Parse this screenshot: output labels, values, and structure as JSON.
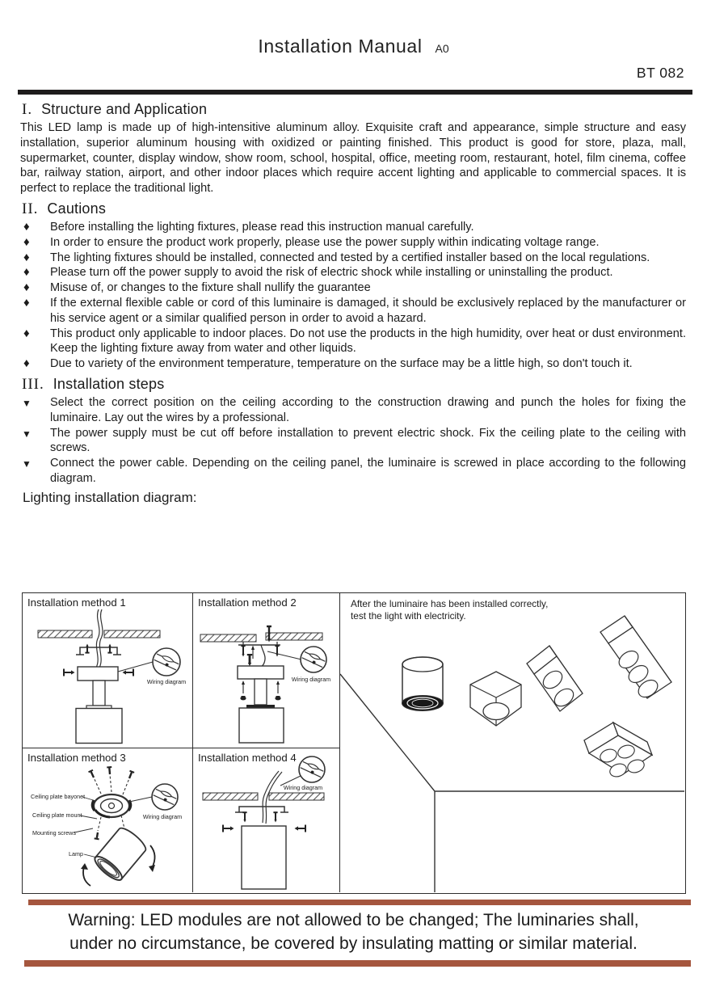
{
  "header": {
    "title": "Installation Manual",
    "revision": "A0",
    "model": "BT 082"
  },
  "section1": {
    "number": "I.",
    "heading": "Structure and Application",
    "body": "This LED lamp is made up of high-intensitive aluminum alloy. Exquisite craft and appearance, simple structure and easy installation, superior aluminum housing with oxidized or painting finished. This product is good for store, plaza, mall, supermarket, counter, display window, show room, school, hospital, office, meeting room, restaurant, hotel, film cinema, coffee bar, railway station, airport, and other indoor places which require accent lighting and applicable to commercial spaces. It is perfect to replace the traditional light."
  },
  "section2": {
    "number": "II.",
    "heading": "Cautions",
    "bullet_glyph": "♦",
    "items": [
      "Before installing the lighting fixtures, please read this instruction manual carefully.",
      "In order to ensure the product work properly, please use the power supply within indicating voltage range.",
      "The lighting fixtures should be installed, connected and tested by a certified installer based on the local regulations.",
      "Please turn off the power supply to avoid the risk of electric shock while installing or uninstalling the product.",
      "Misuse of, or changes to the fixture shall nullify the guarantee",
      "If the external flexible cable or cord of this luminaire is damaged, it should be exclusively replaced by the manufacturer or his service agent or a similar qualified person in order to avoid a hazard.",
      "This product only applicable to indoor places. Do not use the products in the high humidity, over heat or dust environment. Keep the lighting fixture away from water and other liquids.",
      "Due to variety of the environment temperature, temperature on the surface may be a little high, so don't touch it."
    ]
  },
  "section3": {
    "number": "III.",
    "heading": "Installation steps",
    "bullet_glyph": "▼",
    "items": [
      "Select the correct position on the ceiling according to the construction drawing and punch the holes for fixing the luminaire. Lay out the wires by a professional.",
      "The power supply must be cut off before installation to prevent electric shock. Fix the ceiling plate to the ceiling with screws.",
      "Connect the power cable. Depending on the ceiling panel, the luminaire is screwed in place according to the following diagram."
    ]
  },
  "diagram": {
    "heading": "Lighting installation diagram:",
    "wiring_label": "Wiring diagram",
    "methods": [
      {
        "label": "Installation method 1"
      },
      {
        "label": "Installation method 2"
      },
      {
        "label": "Installation method 3",
        "parts": [
          "Ceiling plate bayonet",
          "Ceiling plate mount",
          "Mounting screws",
          "Lamp"
        ]
      },
      {
        "label": "Installation method 4"
      }
    ],
    "note": {
      "line1": "After the luminaire has been installed correctly,",
      "line2": "test the light with electricity."
    }
  },
  "warning": {
    "line1": "Warning: LED modules are not allowed to be changed; The luminaries shall,",
    "line2": "under no circumstance, be covered by insulating matting or similar material.",
    "bar_color": "#a5563e"
  }
}
